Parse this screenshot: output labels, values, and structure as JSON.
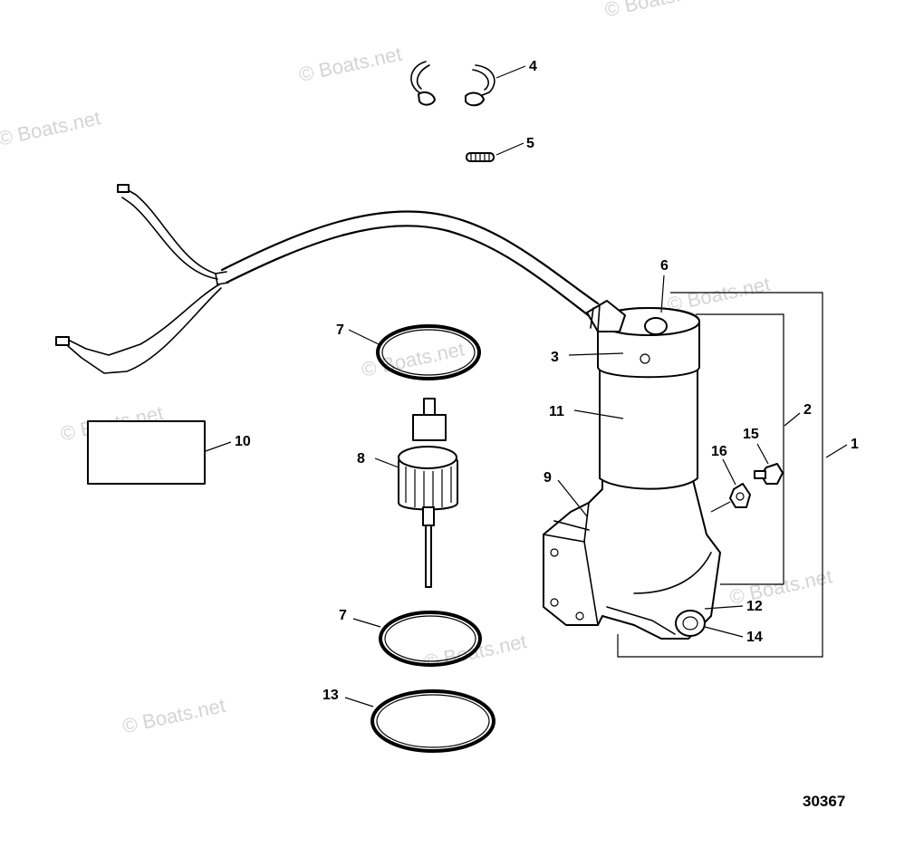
{
  "watermark": "© Boats.net",
  "figure_number": "30367",
  "callouts": {
    "c1": "1",
    "c2": "2",
    "c3": "3",
    "c4": "4",
    "c5": "5",
    "c6": "6",
    "c7a": "7",
    "c7b": "7",
    "c8": "8",
    "c9": "9",
    "c10": "10",
    "c11": "11",
    "c12": "12",
    "c13": "13",
    "c14": "14",
    "c15": "15",
    "c16": "16"
  }
}
